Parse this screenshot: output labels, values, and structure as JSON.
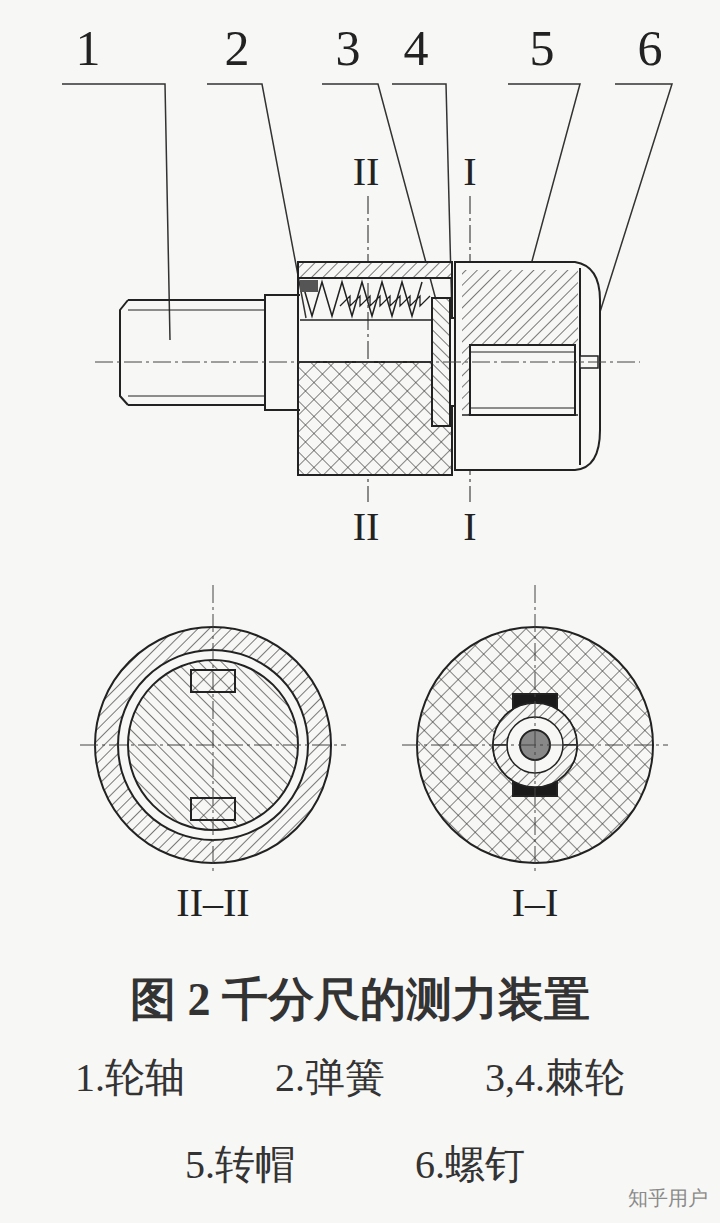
{
  "diagram": {
    "caption": "图 2 千分尺的测力装置",
    "labels": [
      "1",
      "2",
      "3",
      "4",
      "5",
      "6",
      "II",
      "I",
      "II",
      "I",
      "II–II",
      "I–I",
      "1.轮轴",
      "2.弹簧",
      "3,4.棘轮",
      "5.转帽",
      "6.螺钉",
      "知乎用户"
    ]
  }
}
